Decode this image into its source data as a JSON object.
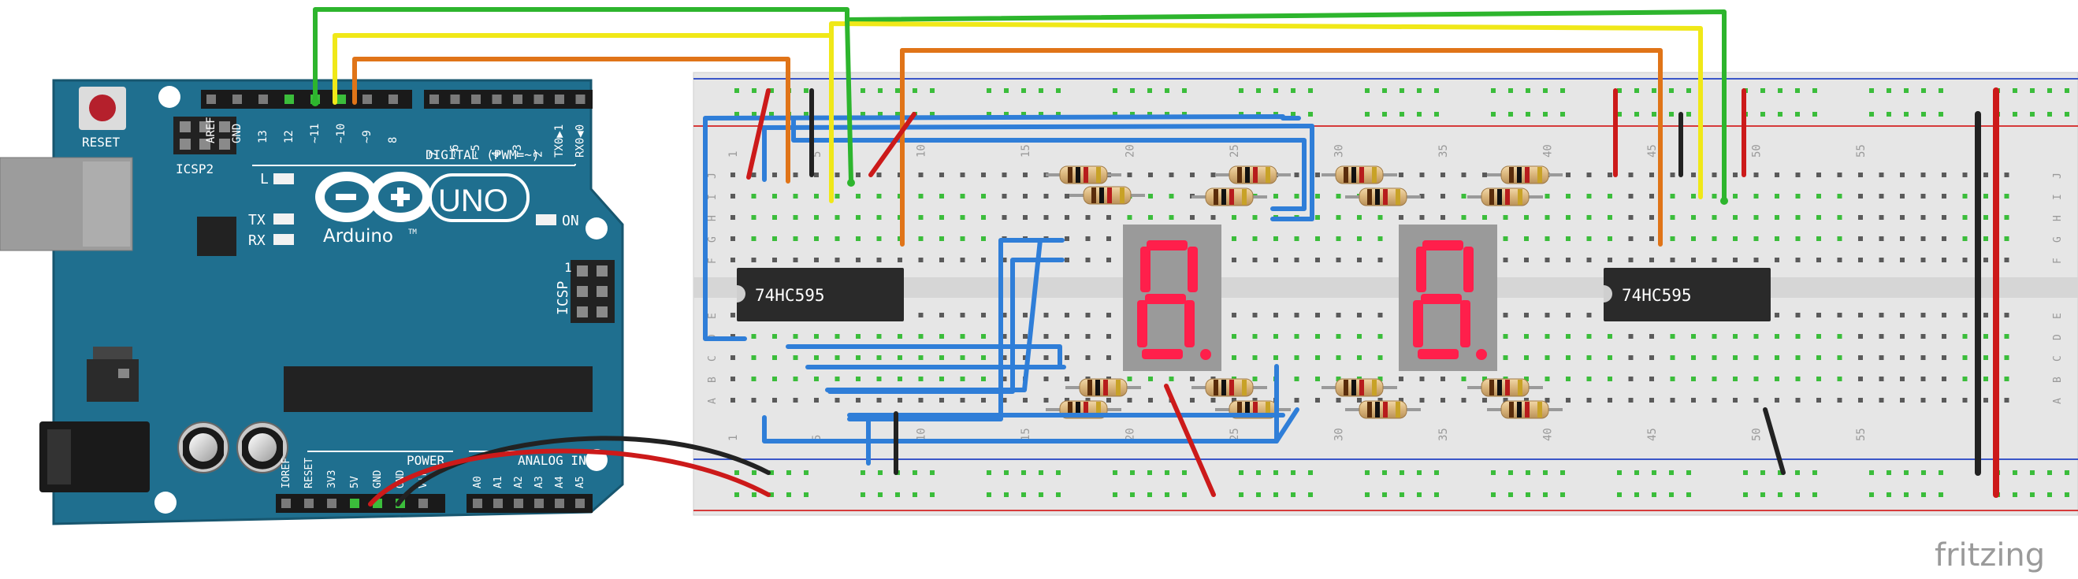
{
  "colors": {
    "board": "#1f6f8f",
    "board_dark": "#17566f",
    "breadboard": "#e9e9e9",
    "hole_green": "#3bbd3b",
    "hole_dark": "#555555",
    "rail_red": "#d63a3a",
    "rail_blue": "#3a56c8",
    "wire_green": "#2db52d",
    "wire_yellow": "#f0e818",
    "wire_orange": "#e07418",
    "wire_blue": "#2f7ed8",
    "wire_red": "#cc1a1a",
    "wire_black": "#222222",
    "segment_red": "#ff1f4b",
    "chip": "#2a2a2a"
  },
  "arduino": {
    "reset_label": "RESET",
    "icsp2_label": "ICSP2",
    "icsp_label": "ICSP",
    "icsp_pin1": "1",
    "led_l": "L",
    "led_tx": "TX",
    "led_rx": "RX",
    "on_label": "ON",
    "brand": "Arduino",
    "trademark": "TM",
    "model": "UNO",
    "digital_label": "DIGITAL (PWM=~)",
    "digital_pins_left": [
      "AREF",
      "GND",
      "13",
      "12",
      "~11",
      "~10",
      "~9",
      "8"
    ],
    "digital_pins_right": [
      "7",
      "~6",
      "~5",
      "4",
      "~3",
      "2",
      "TX0▶1",
      "RX0◀0"
    ],
    "power_label": "POWER",
    "analog_label": "ANALOG IN",
    "power_pins": [
      "IOREF",
      "RESET",
      "3V3",
      "5V",
      "GND",
      "GND",
      "Vin"
    ],
    "analog_pins": [
      "A0",
      "A1",
      "A2",
      "A3",
      "A4",
      "A5"
    ]
  },
  "breadboard": {
    "col_numbers": [
      "1",
      "5",
      "10",
      "15",
      "20",
      "25",
      "30",
      "35",
      "40",
      "45",
      "50",
      "55"
    ],
    "row_letters_top": [
      "J",
      "I",
      "H",
      "G",
      "F"
    ],
    "row_letters_bottom": [
      "E",
      "D",
      "C",
      "B",
      "A"
    ]
  },
  "chips": [
    {
      "label": "74HC595"
    },
    {
      "label": "74HC595"
    }
  ],
  "displays": [
    {
      "digit": "8",
      "dot": true
    },
    {
      "digit": "8",
      "dot": true
    }
  ],
  "watermark": "fritzing"
}
